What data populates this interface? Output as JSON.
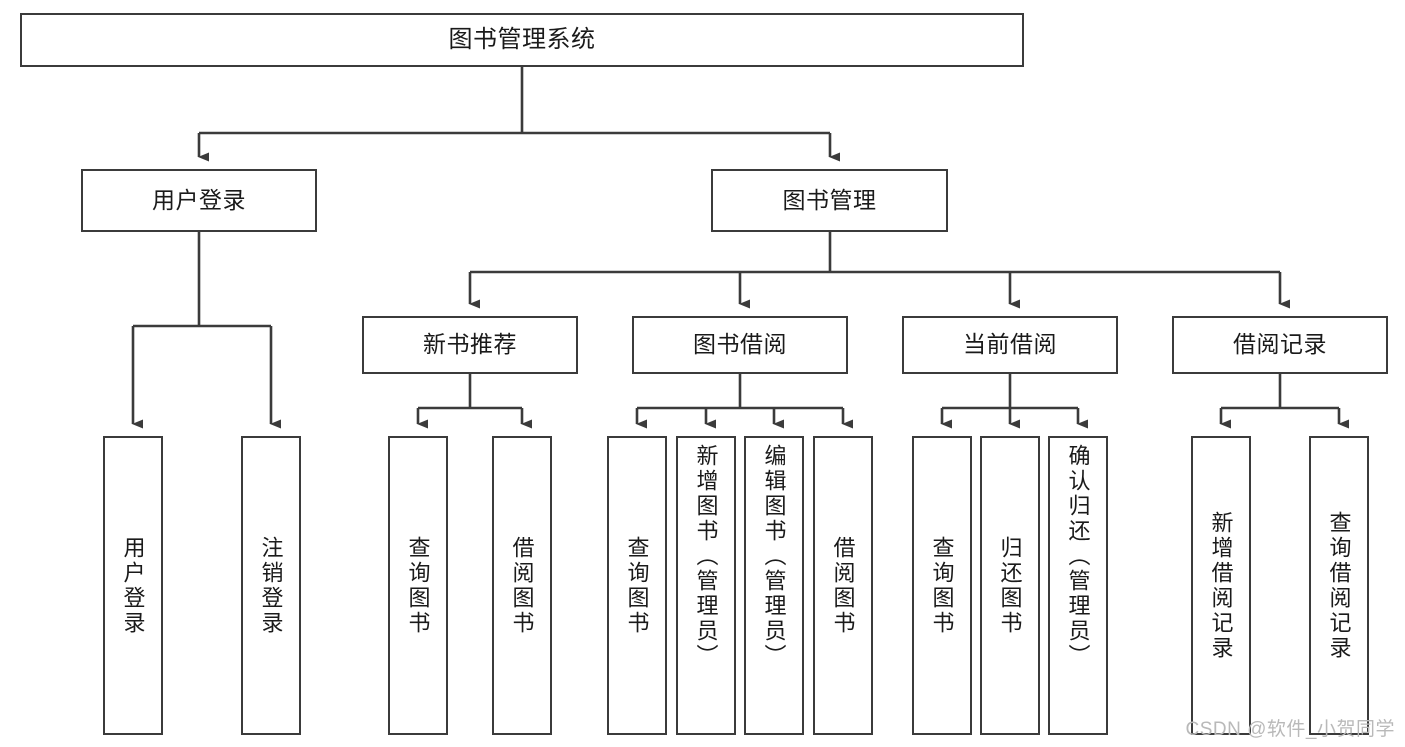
{
  "diagram": {
    "title": "图书管理系统",
    "type": "tree-hierarchy",
    "colors": {
      "box_border": "#3b3b3b",
      "box_fill": "#ffffff",
      "edge": "#3b3b3b",
      "text": "#1a1a1a",
      "watermark": "#b9b9b9",
      "background": "#ffffff"
    },
    "levels": [
      {
        "level": 1,
        "nodes": [
          {
            "id": "root",
            "label": "图书管理系统",
            "orientation": "horizontal"
          }
        ]
      },
      {
        "level": 2,
        "nodes": [
          {
            "id": "l2-1",
            "label": "用户登录",
            "orientation": "horizontal",
            "parent": "root"
          },
          {
            "id": "l2-2",
            "label": "图书管理",
            "orientation": "horizontal",
            "parent": "root"
          }
        ]
      },
      {
        "level": 3,
        "nodes": [
          {
            "id": "l3-1",
            "label": "新书推荐",
            "orientation": "horizontal",
            "parent": "l2-2"
          },
          {
            "id": "l3-2",
            "label": "图书借阅",
            "orientation": "horizontal",
            "parent": "l2-2"
          },
          {
            "id": "l3-3",
            "label": "当前借阅",
            "orientation": "horizontal",
            "parent": "l2-2"
          },
          {
            "id": "l3-4",
            "label": "借阅记录",
            "orientation": "horizontal",
            "parent": "l2-2"
          }
        ]
      },
      {
        "level": 4,
        "nodes": [
          {
            "id": "leaf-1",
            "label": "用户登录",
            "orientation": "vertical",
            "parent": "l2-1"
          },
          {
            "id": "leaf-2",
            "label": "注销登录",
            "orientation": "vertical",
            "parent": "l2-1"
          },
          {
            "id": "leaf-3",
            "label": "查询图书",
            "orientation": "vertical",
            "parent": "l3-1"
          },
          {
            "id": "leaf-4",
            "label": "借阅图书",
            "orientation": "vertical",
            "parent": "l3-1"
          },
          {
            "id": "leaf-5",
            "label": "查询图书",
            "orientation": "vertical",
            "parent": "l3-2"
          },
          {
            "id": "leaf-6",
            "label": "新增图书（管理员）",
            "orientation": "vertical",
            "parent": "l3-2"
          },
          {
            "id": "leaf-7",
            "label": "编辑图书（管理员）",
            "orientation": "vertical",
            "parent": "l3-2"
          },
          {
            "id": "leaf-8",
            "label": "借阅图书",
            "orientation": "vertical",
            "parent": "l3-2"
          },
          {
            "id": "leaf-9",
            "label": "查询图书",
            "orientation": "vertical",
            "parent": "l3-3"
          },
          {
            "id": "leaf-10",
            "label": "归还图书",
            "orientation": "vertical",
            "parent": "l3-3"
          },
          {
            "id": "leaf-11",
            "label": "确认归还（管理员）",
            "orientation": "vertical",
            "parent": "l3-3"
          },
          {
            "id": "leaf-12",
            "label": "新增借阅记录",
            "orientation": "vertical",
            "parent": "l3-4"
          },
          {
            "id": "leaf-13",
            "label": "查询借阅记录",
            "orientation": "vertical",
            "parent": "l3-4"
          }
        ]
      }
    ]
  },
  "watermark": {
    "text": "CSDN @软件_小贺同学"
  }
}
